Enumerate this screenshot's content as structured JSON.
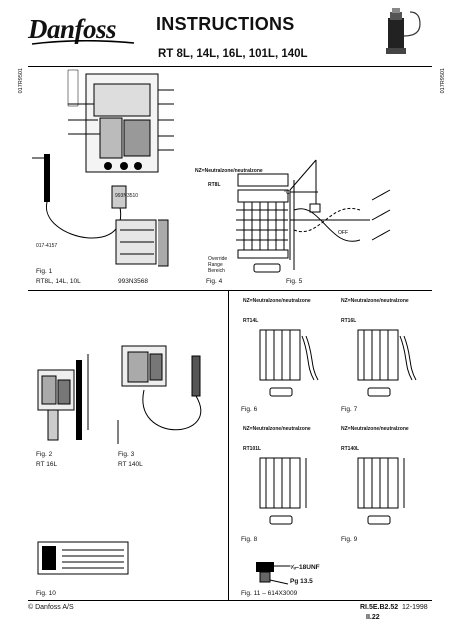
{
  "header": {
    "brand": "Danfoss",
    "title": "INSTRUCTIONS",
    "subtitle": "RT 8L, 14L, 16L, 101L, 140L",
    "side_code_left": "017R9501",
    "side_code_right": "017R9501"
  },
  "figures": {
    "fig1": {
      "label": "Fig. 1",
      "caption": "RT8L, 14L, 10L",
      "code_left": "017-4157",
      "code_mid": "993N3568",
      "code_top": "993N3510"
    },
    "fig2": {
      "label": "Fig. 2",
      "caption": "RT 16L"
    },
    "fig3": {
      "label": "Fig. 3",
      "caption": "RT 140L"
    },
    "fig4": {
      "label": "Fig. 4",
      "hz": "NZ=Neutralzone/neutralzone",
      "model": "RT8L",
      "override": "Override",
      "range": "Range",
      "bereich": "Bereich"
    },
    "fig5": {
      "label": "Fig. 5"
    },
    "fig6": {
      "label": "Fig. 6",
      "hz": "NZ=Neutralzone/neutralzone",
      "model": "RT14L"
    },
    "fig7": {
      "label": "Fig. 7",
      "hz": "NZ=Neutralzone/neutralzone",
      "model": "RT16L"
    },
    "fig8": {
      "label": "Fig. 8",
      "hz": "NZ=Neutralzone/neutralzone",
      "model": "RT101L"
    },
    "fig9": {
      "label": "Fig. 9",
      "hz": "NZ=Neutralzone/neutralzone",
      "model": "RT140L"
    },
    "fig10": {
      "label": "Fig. 10"
    },
    "fig11": {
      "label": "Fig. 11 – 614X3009",
      "thread": "⅝–18UNF",
      "pg": "Pg 13.5"
    }
  },
  "footer": {
    "copyright": "© Danfoss A/S",
    "doc_code": "RI.5E.B2.52",
    "date": "12-1998",
    "page": "II.22"
  }
}
